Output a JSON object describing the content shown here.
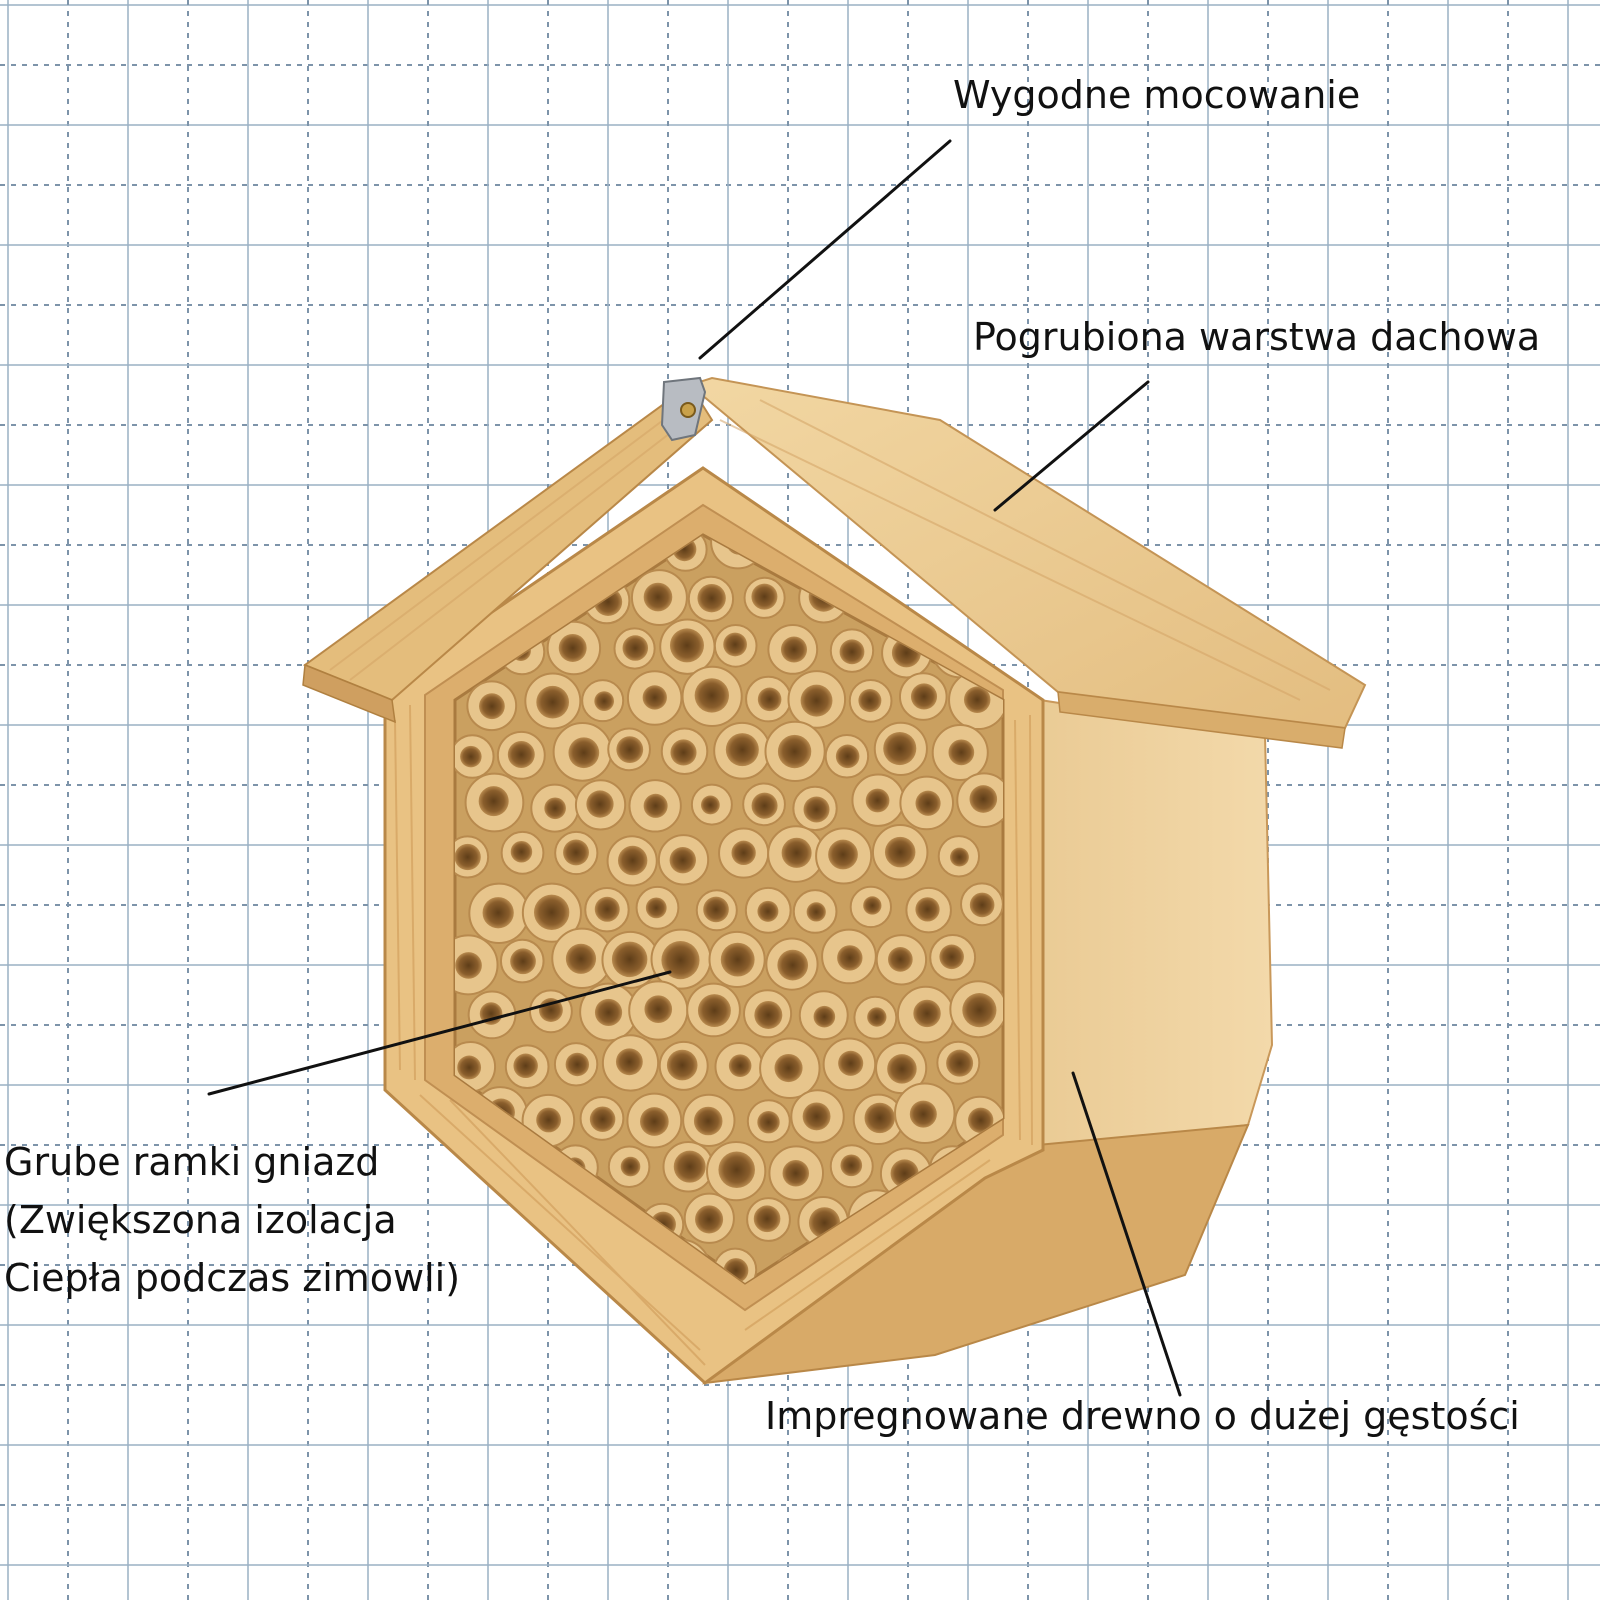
{
  "annotations": {
    "mounting": "Wygodne mocowanie",
    "roof": "Pogrubiona warstwa dachowa",
    "frames": [
      "Grube ramki gniazd",
      "(Zwiększona izolacja",
      "Ciepła podczas zimowli)"
    ],
    "wood": "Impregnowane drewno o dużej gęstości"
  },
  "colors": {
    "background": "#ffffff",
    "grid_solid": "#9ab0c4",
    "grid_dotted": "#7d94aa",
    "wood_light": "#ecc98f",
    "wood_mid": "#ddb070",
    "wood_dark": "#c48e4f",
    "bamboo": "#e7c58c",
    "bamboo_hole": "#8a5e2c",
    "metal": "#b8bcc2",
    "callout_line": "#111111",
    "text": "#111111"
  },
  "icons": [
    "metal-hanger-icon",
    "screw-icon"
  ]
}
